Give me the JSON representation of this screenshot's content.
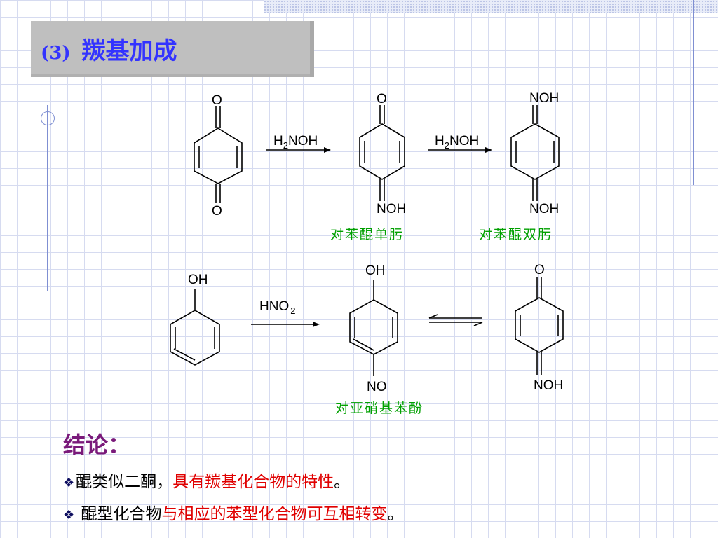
{
  "title": {
    "number": "(3)",
    "text": "羰基加成"
  },
  "labels": {
    "O": "O",
    "NOH": "NOH",
    "OH": "OH",
    "NO": "NO",
    "H": "H",
    "sub2": "2",
    "NOH_reagent_tail": "NOH",
    "HNO": "HNO",
    "HNO_sub": "2"
  },
  "names": {
    "mono_oxime": "对苯醌单肟",
    "dioxime": "对苯醌双肟",
    "nitrosophenol": "对亚硝基苯酚"
  },
  "conclusion": {
    "heading": "结论：",
    "bullets": [
      {
        "mark": "❖",
        "black": "醌类似二酮，",
        "red": "具有羰基化合物的特性",
        "end": "。"
      },
      {
        "mark": "❖",
        "black": " 醌型化合物",
        "red": "与相应的苯型化合物可互相转变",
        "end": "。"
      }
    ]
  }
}
